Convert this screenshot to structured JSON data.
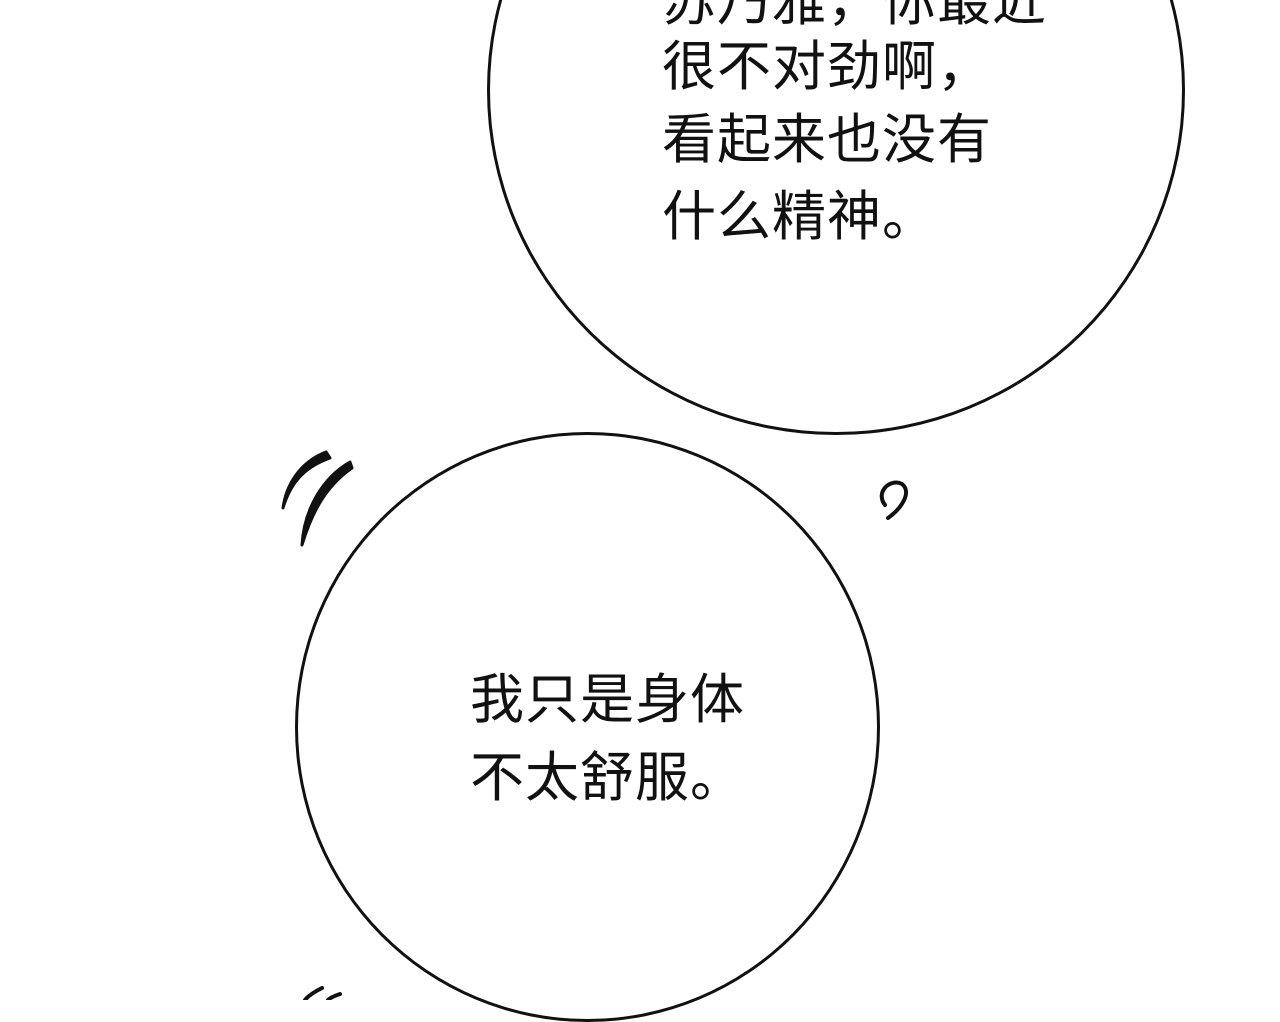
{
  "top_bubble": {
    "lines": [
      "苏乃雅，你最近",
      "很不对劲啊，",
      "看起来也没有",
      "什么精神。"
    ]
  },
  "bottom_bubble": {
    "lines": [
      "我只是身体",
      "不太舒服。"
    ]
  }
}
